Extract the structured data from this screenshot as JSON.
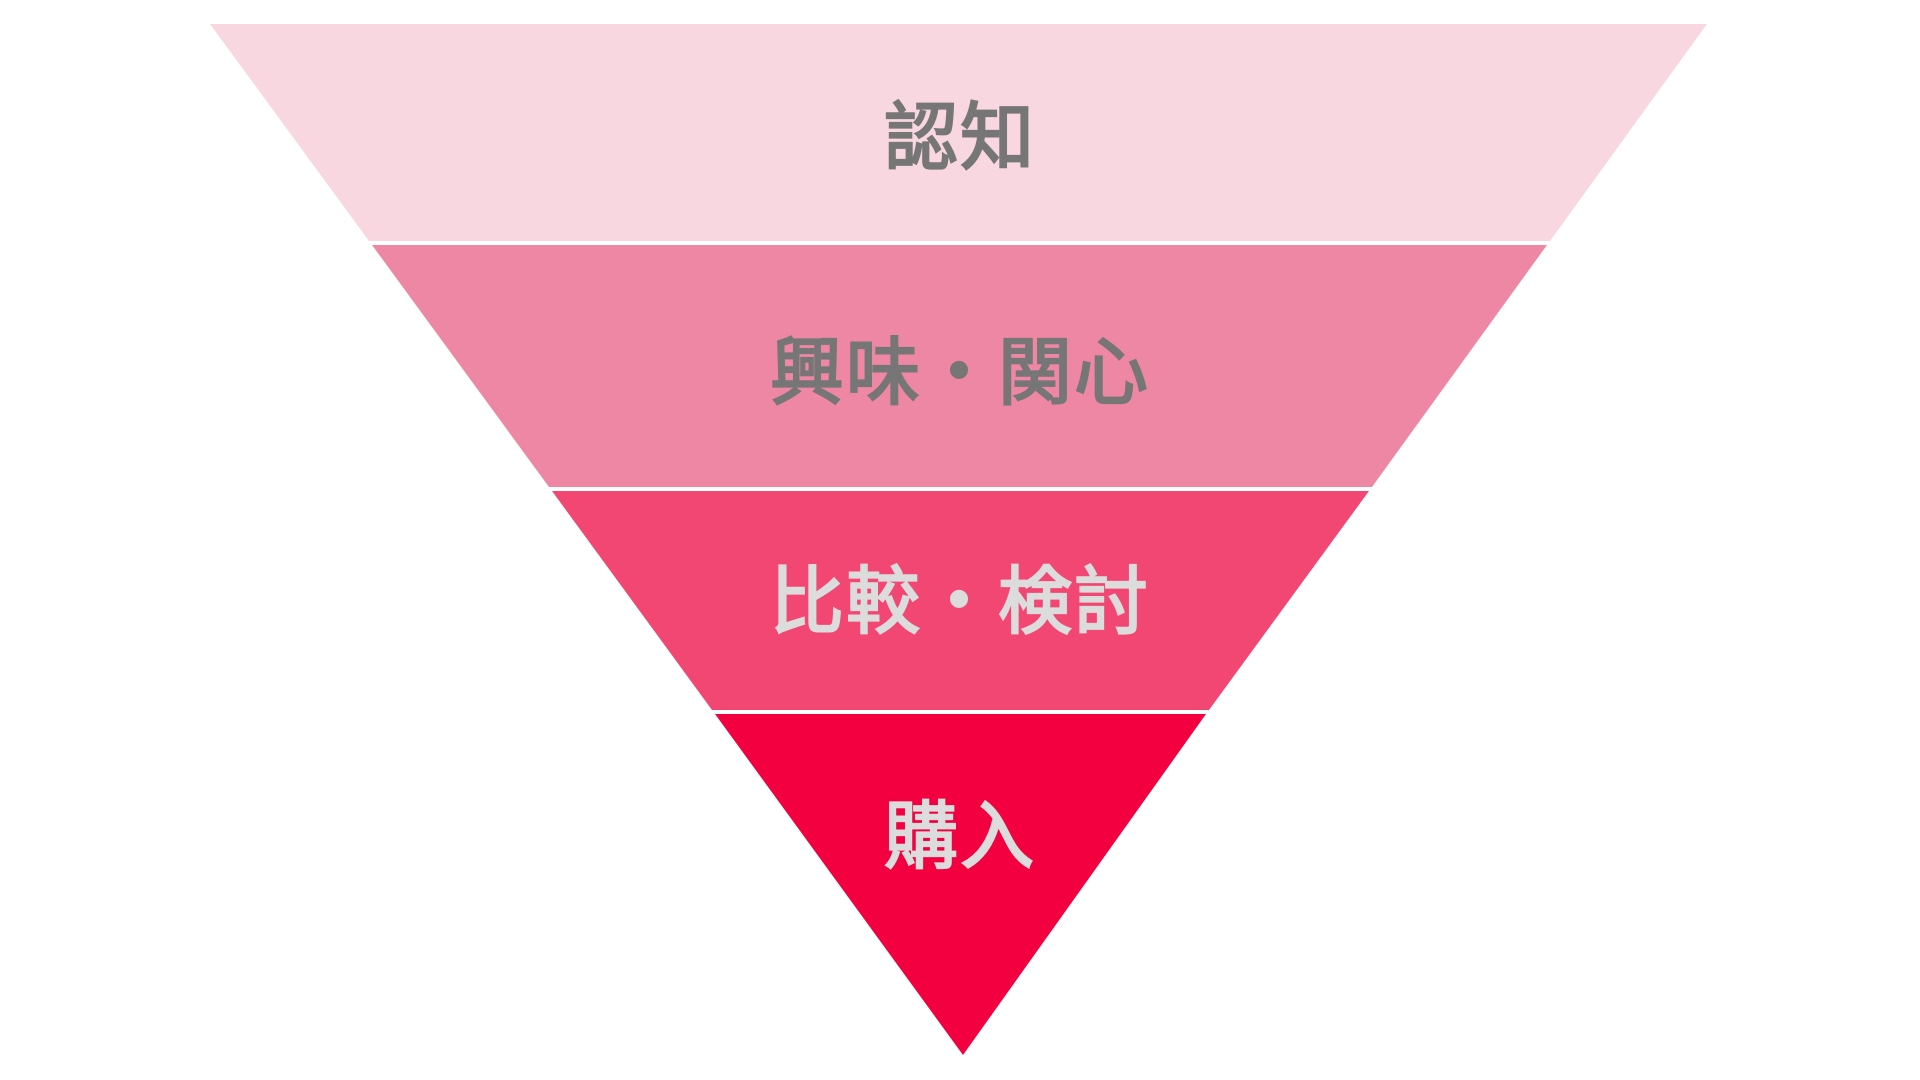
{
  "funnel": {
    "stages": [
      {
        "label": "認知",
        "color": "#F8D7E0",
        "text_color": "#767676"
      },
      {
        "label": "興味・関心",
        "color": "#EE87A3",
        "text_color": "#767676"
      },
      {
        "label": "比較・検討",
        "color": "#F24673",
        "text_color": "#DCDCDC"
      },
      {
        "label": "購入",
        "color": "#F2003F",
        "text_color": "#DCDCDC"
      }
    ]
  }
}
